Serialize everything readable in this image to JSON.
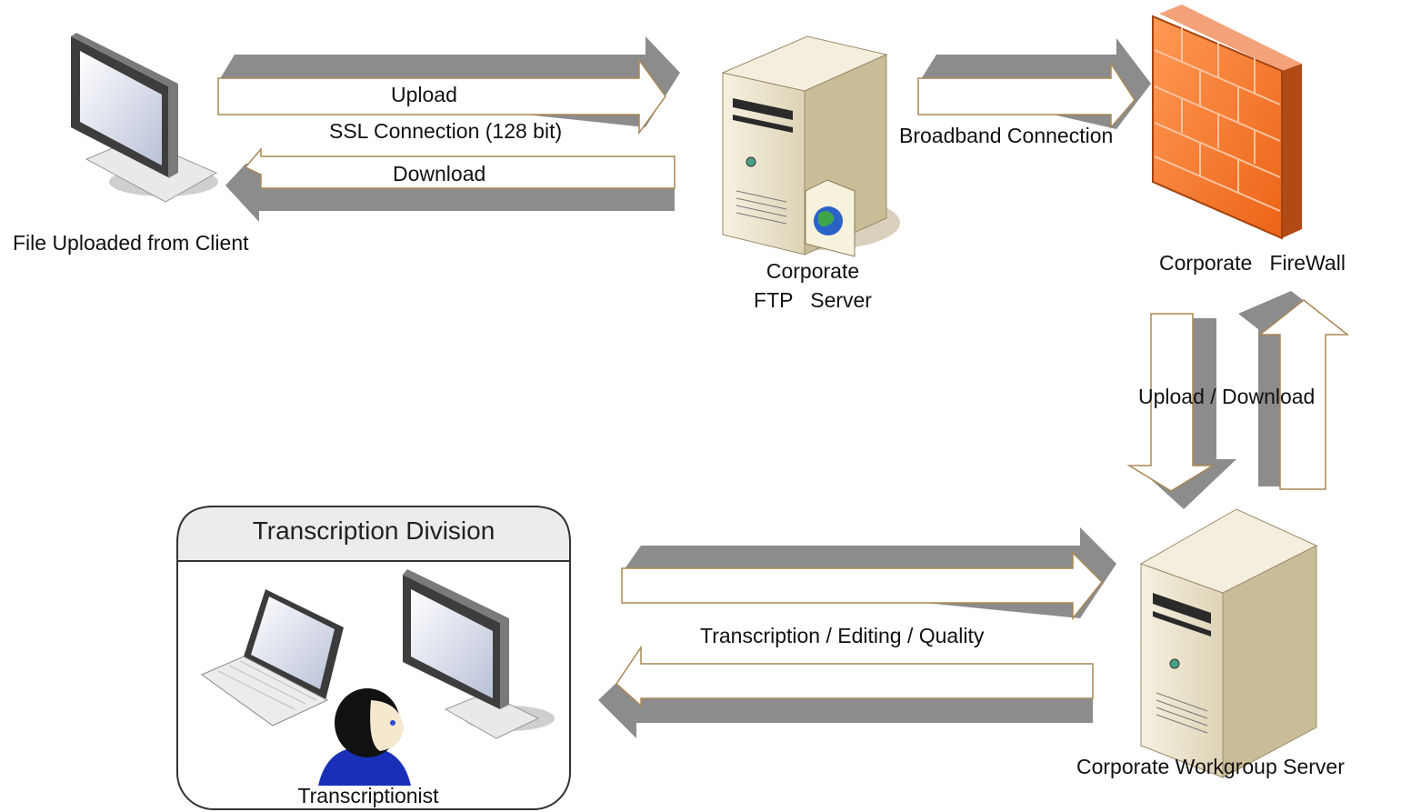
{
  "labels": {
    "client": "File Uploaded from Client",
    "upload": "Upload",
    "ssl": "SSL Connection (128 bit)",
    "download": "Download",
    "ftp_line1": "Corporate",
    "ftp_line2": "FTP   Server",
    "broadband": "Broadband Connection",
    "firewall": "Corporate   FireWall",
    "upload_download": "Upload / Download",
    "division_title": "Transcription Division",
    "transcriptionist": "Transcriptionist",
    "workflow": "Transcription / Editing / Quality",
    "workgroup": "Corporate Workgroup Server"
  },
  "icons": [
    "client-monitor-icon",
    "ftp-server-icon",
    "globe-folder-icon",
    "firewall-icon",
    "workgroup-server-icon",
    "laptop-icon",
    "monitor-icon",
    "person-icon"
  ],
  "colors": {
    "arrow_shadow": "#8c8c8c",
    "arrow_outline": "#a98855",
    "firewall": "#f47a2c",
    "server_body": "#ece5cf",
    "person_shirt": "#1a2fb8"
  }
}
